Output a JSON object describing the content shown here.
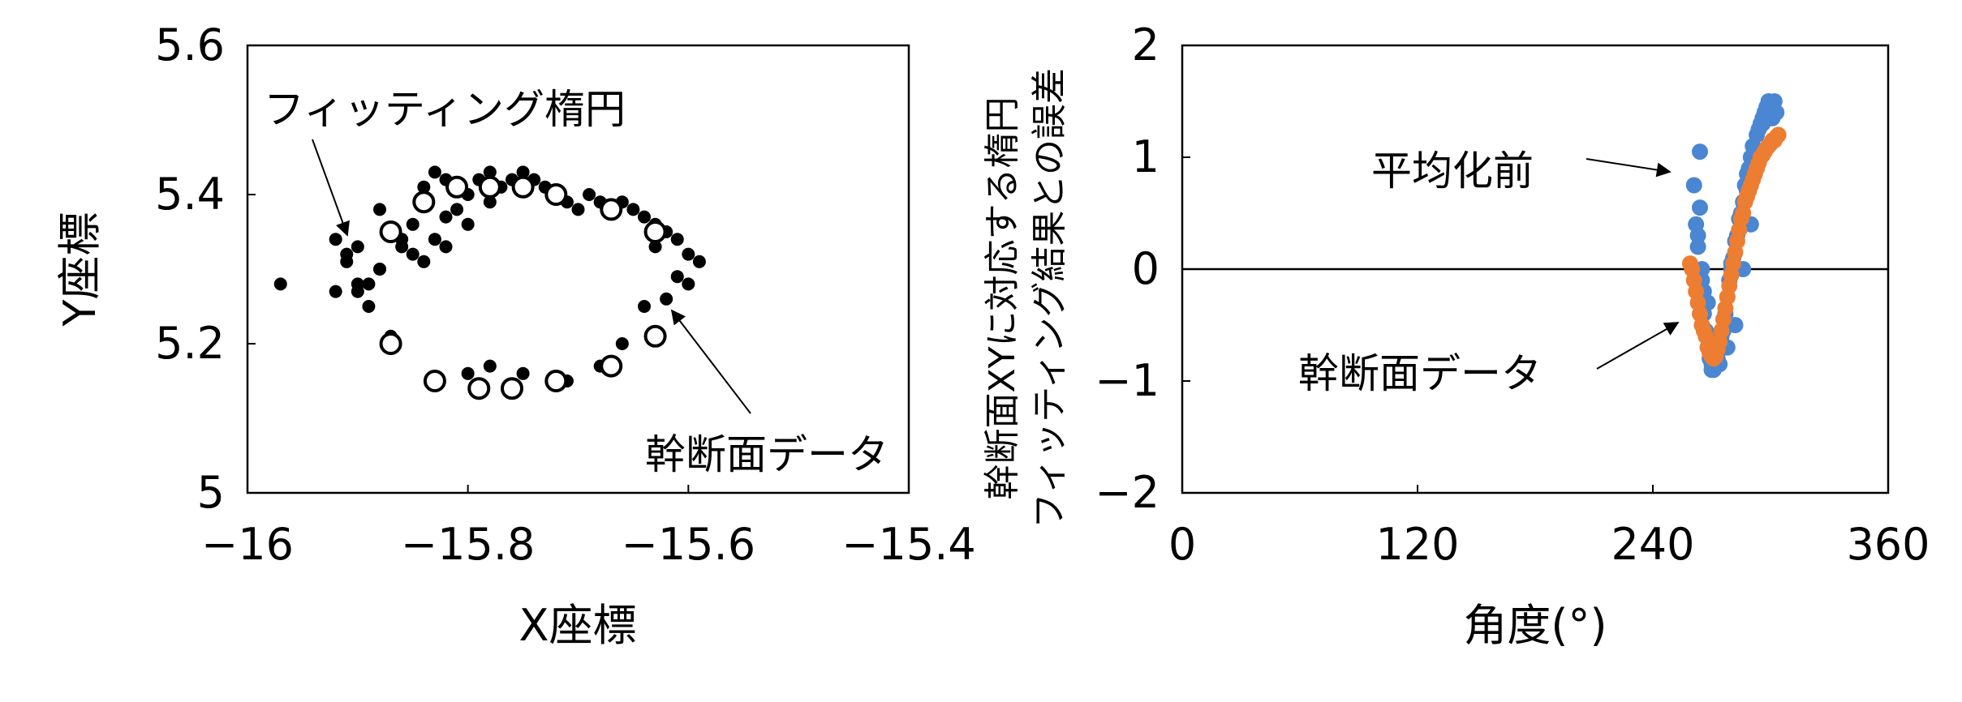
{
  "chart_data": [
    {
      "type": "scatter",
      "xlabel": "X座標",
      "ylabel": "Y座標",
      "xlim": [
        -16,
        -15.4
      ],
      "ylim": [
        5,
        5.6
      ],
      "xticks": [
        -16,
        -15.8,
        -15.6,
        -15.4
      ],
      "yticks": [
        5,
        5.2,
        5.4,
        5.6
      ],
      "xtick_labels": [
        "−16",
        "−15.8",
        "−15.6",
        "−15.4"
      ],
      "ytick_labels": [
        "5",
        "5.2",
        "5.4",
        "5.6"
      ],
      "grid": false,
      "series": [
        {
          "name": "幹断面データ",
          "marker": "filled-circle",
          "color": "#000000",
          "x": [
            -15.97,
            -15.92,
            -15.91,
            -15.9,
            -15.89,
            -15.9,
            -15.88,
            -15.91,
            -15.9,
            -15.87,
            -15.88,
            -15.86,
            -15.85,
            -15.84,
            -15.83,
            -15.82,
            -15.85,
            -15.83,
            -15.81,
            -15.8,
            -15.79,
            -15.82,
            -15.8,
            -15.78,
            -15.77,
            -15.76,
            -15.78,
            -15.75,
            -15.74,
            -15.73,
            -15.72,
            -15.71,
            -15.7,
            -15.69,
            -15.68,
            -15.66,
            -15.65,
            -15.64,
            -15.63,
            -15.62,
            -15.63,
            -15.61,
            -15.6,
            -15.59,
            -15.6,
            -15.62,
            -15.61,
            -15.64,
            -15.66,
            -15.68,
            -15.71,
            -15.75,
            -15.78,
            -15.8,
            -15.83,
            -15.87,
            -15.84,
            -15.82,
            -15.86,
            -15.88,
            -15.89,
            -15.92
          ],
          "y": [
            5.28,
            5.34,
            5.31,
            5.27,
            5.25,
            5.28,
            5.3,
            5.32,
            5.33,
            5.35,
            5.38,
            5.33,
            5.36,
            5.41,
            5.43,
            5.42,
            5.32,
            5.34,
            5.38,
            5.4,
            5.42,
            5.37,
            5.36,
            5.39,
            5.41,
            5.42,
            5.43,
            5.43,
            5.42,
            5.41,
            5.4,
            5.39,
            5.38,
            5.4,
            5.39,
            5.39,
            5.38,
            5.37,
            5.36,
            5.35,
            5.33,
            5.34,
            5.32,
            5.31,
            5.28,
            5.26,
            5.29,
            5.25,
            5.2,
            5.17,
            5.15,
            5.16,
            5.17,
            5.16,
            5.15,
            5.21,
            5.31,
            5.33,
            5.34,
            5.3,
            5.28,
            5.27
          ]
        },
        {
          "name": "フィッティング楕円",
          "marker": "open-circle",
          "color": "#000000",
          "x": [
            -15.87,
            -15.84,
            -15.81,
            -15.78,
            -15.75,
            -15.72,
            -15.67,
            -15.63,
            -15.63,
            -15.67,
            -15.72,
            -15.76,
            -15.79,
            -15.83,
            -15.87
          ],
          "y": [
            5.35,
            5.39,
            5.41,
            5.41,
            5.41,
            5.4,
            5.38,
            5.35,
            5.21,
            5.17,
            5.15,
            5.14,
            5.14,
            5.15,
            5.2
          ]
        }
      ],
      "annotations": [
        {
          "text": "フィッティング楕円",
          "target": "フィッティング楕円"
        },
        {
          "text": "幹断面データ",
          "target": "幹断面データ"
        }
      ]
    },
    {
      "type": "scatter",
      "xlabel": "角度(°)",
      "ylabel": "幹断面XYに対応する楕円フィッティング結果との誤差",
      "ylabel_lines": [
        "幹断面XYに対応する楕円",
        "フィッティング結果との誤差"
      ],
      "xlim": [
        0,
        360
      ],
      "ylim": [
        -2,
        2
      ],
      "xticks": [
        0,
        120,
        240,
        360
      ],
      "yticks": [
        -2,
        -1,
        0,
        1,
        2
      ],
      "xtick_labels": [
        "0",
        "120",
        "240",
        "360"
      ],
      "ytick_labels": [
        "−2",
        "−1",
        "0",
        "1",
        "2"
      ],
      "grid": false,
      "zero_line": true,
      "series": [
        {
          "name": "平均化前",
          "marker": "filled-circle",
          "color": "#4a86d2",
          "x": [
            261,
            262,
            263,
            264,
            265,
            266,
            264,
            266,
            267,
            268,
            269,
            270,
            271,
            272,
            273,
            274,
            275,
            276,
            277,
            278,
            279,
            280,
            281,
            282,
            283,
            284,
            285,
            286,
            287,
            288,
            289,
            290,
            291,
            292,
            293,
            294,
            295,
            296,
            297,
            298,
            299,
            300,
            301,
            302,
            303,
            270,
            274,
            278,
            282,
            286,
            290,
            294,
            263,
            265,
            268,
            272,
            276,
            280,
            284,
            288,
            292,
            296,
            300
          ],
          "y": [
            0.75,
            0.4,
            0.2,
            1.05,
            0.0,
            -0.2,
            0.55,
            -0.4,
            -0.55,
            -0.7,
            -0.8,
            -0.85,
            -0.9,
            -0.85,
            -0.8,
            -0.7,
            -0.6,
            -0.55,
            -0.4,
            -0.25,
            -0.1,
            0.0,
            0.1,
            0.25,
            0.3,
            0.45,
            0.5,
            0.6,
            0.75,
            0.85,
            0.9,
            1.0,
            1.1,
            1.05,
            1.2,
            1.25,
            1.3,
            1.35,
            1.4,
            1.45,
            1.5,
            1.45,
            1.35,
            1.5,
            1.4,
            -0.9,
            -0.85,
            -0.7,
            -0.5,
            0.0,
            0.4,
            1.0,
            0.3,
            -0.1,
            -0.3,
            -0.6,
            -0.45,
            0.05,
            0.35,
            0.7,
            1.05,
            1.3,
            1.35
          ]
        },
        {
          "name": "幹断面データ",
          "marker": "filled-circle",
          "color": "#ed7d31",
          "x": [
            259,
            260,
            261,
            262,
            263,
            264,
            265,
            266,
            267,
            268,
            269,
            270,
            271,
            272,
            273,
            274,
            275,
            276,
            277,
            278,
            279,
            280,
            281,
            282,
            283,
            284,
            285,
            286,
            287,
            288,
            289,
            290,
            291,
            292,
            293,
            294,
            295,
            296,
            297,
            298,
            299,
            300,
            301,
            302,
            303,
            304
          ],
          "y": [
            0.05,
            0.0,
            -0.1,
            -0.2,
            -0.3,
            -0.4,
            -0.5,
            -0.55,
            -0.6,
            -0.7,
            -0.75,
            -0.78,
            -0.8,
            -0.78,
            -0.72,
            -0.65,
            -0.55,
            -0.45,
            -0.35,
            -0.25,
            -0.15,
            -0.05,
            0.05,
            0.15,
            0.25,
            0.35,
            0.45,
            0.5,
            0.6,
            0.65,
            0.7,
            0.75,
            0.8,
            0.85,
            0.9,
            0.95,
            1.0,
            1.02,
            1.05,
            1.08,
            1.1,
            1.12,
            1.15,
            1.15,
            1.18,
            1.2
          ]
        }
      ],
      "annotations": [
        {
          "text": "平均化前",
          "color": "#4a86d2",
          "target": "平均化前"
        },
        {
          "text": "幹断面データ",
          "color": "#ed7d31",
          "target": "幹断面データ"
        }
      ]
    }
  ]
}
